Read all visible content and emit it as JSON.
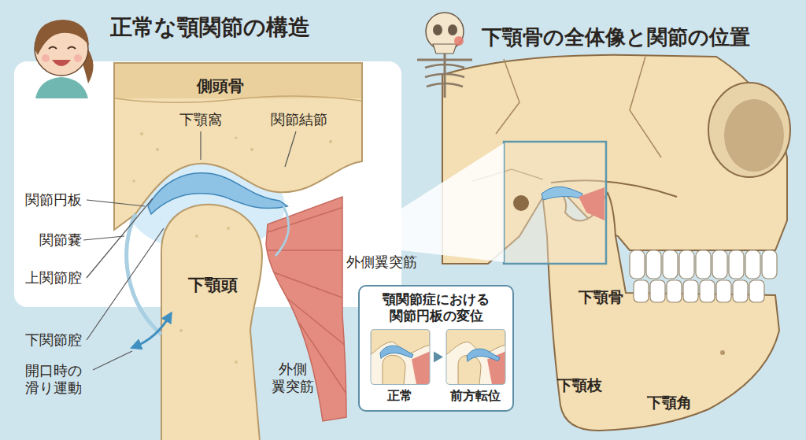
{
  "diagram": {
    "nodes": [
      {
        "text": [
          "顎関節症における 関節円板の変位",
          "正常",
          "前方転位"
        ]
      }
    ],
    "labels": [
      "正常な顎関節の構造",
      "下顎骨の全体像と関節の位置",
      "側頭骨",
      "下顎窩",
      "関節結節",
      "関節円板",
      "関節嚢",
      "上関節腔",
      "下顎頭",
      "外側翼突筋",
      "下関節腔",
      "開口時の 滑り運動",
      "外側 翼突筋",
      "下顎骨",
      "下顎枝",
      "下顎角"
    ]
  }
}
